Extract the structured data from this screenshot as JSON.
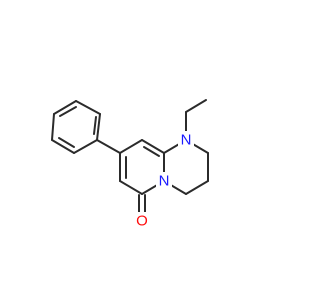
{
  "molecule": {
    "atom_labels": {
      "n1": "N",
      "n2": "N",
      "o": "O",
      "methyl_c": "C"
    },
    "colors": {
      "bond": "#2b2b2b",
      "nitrogen": "#1a1aff",
      "oxygen": "#ff0d0d",
      "background": "#ffffff"
    }
  }
}
